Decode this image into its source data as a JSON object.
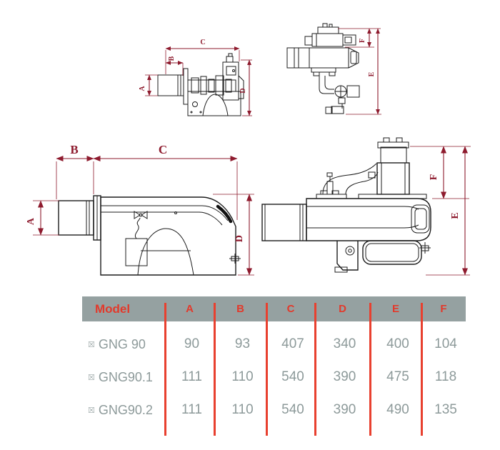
{
  "dims": {
    "a": "A",
    "b": "B",
    "c": "C",
    "d": "D",
    "e": "E",
    "f": "F"
  },
  "colors": {
    "dimension_line": "#8e1b2e",
    "drawing_line": "#1c1c1c",
    "table_separator": "#e8402f",
    "table_header_bg": "#95a1a1",
    "table_header_text": "#e23a2c",
    "table_cell_text": "#8d9a9a"
  },
  "table": {
    "headers": [
      "Model",
      "A",
      "B",
      "C",
      "D",
      "E",
      "F"
    ],
    "row_bullet": "☒",
    "rows": [
      {
        "model": "GNG 90",
        "a": "90",
        "b": "93",
        "c": "407",
        "d": "340",
        "e": "400",
        "f": "104"
      },
      {
        "model": "GNG90.1",
        "a": "111",
        "b": "110",
        "c": "540",
        "d": "390",
        "e": "475",
        "f": "118"
      },
      {
        "model": "GNG90.2",
        "a": "111",
        "b": "110",
        "c": "540",
        "d": "390",
        "e": "490",
        "f": "135"
      }
    ]
  }
}
